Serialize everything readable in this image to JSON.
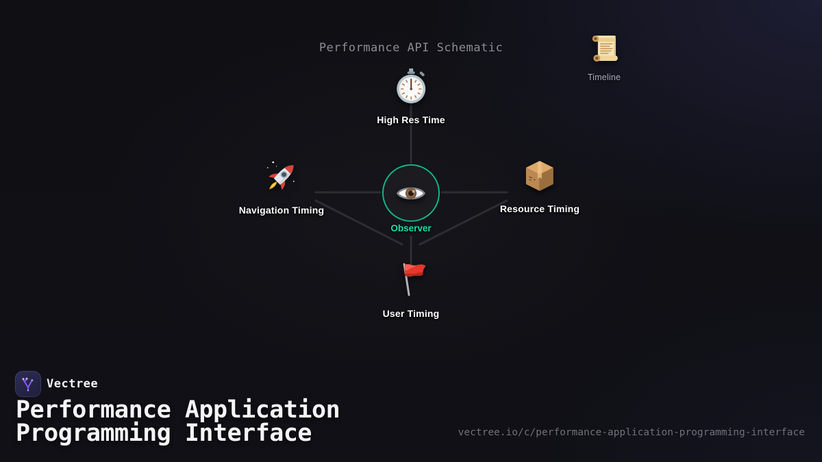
{
  "header": {
    "title": "Performance API Schematic"
  },
  "diagram": {
    "center": {
      "label": "Observer",
      "icon": "eye-icon"
    },
    "nodes": [
      {
        "label": "High Res Time",
        "icon": "stopwatch-icon"
      },
      {
        "label": "Navigation Timing",
        "icon": "rocket-icon"
      },
      {
        "label": "Resource Timing",
        "icon": "package-icon"
      },
      {
        "label": "User Timing",
        "icon": "flag-icon"
      },
      {
        "label": "Timeline",
        "icon": "scroll-icon"
      }
    ],
    "edges": [
      "observer-high-res-time",
      "observer-navigation-timing",
      "observer-resource-timing",
      "observer-user-timing",
      "navigation-timing-user-timing",
      "resource-timing-user-timing"
    ]
  },
  "footer": {
    "brand": "Vectree",
    "title_line1": "Performance Application",
    "title_line2": "Programming Interface",
    "url": "vectree.io/c/performance-application-programming-interface"
  },
  "colors": {
    "accent_teal": "#0ee0a6",
    "observer_ring": "#12b389",
    "edge_line": "#2d2d33",
    "brand_purple": "#a855f7",
    "background_base": "#0f0f14",
    "background_top_right": "#1a1a2e",
    "label_white": "#ffffff",
    "muted_text": "#8b8b95"
  }
}
